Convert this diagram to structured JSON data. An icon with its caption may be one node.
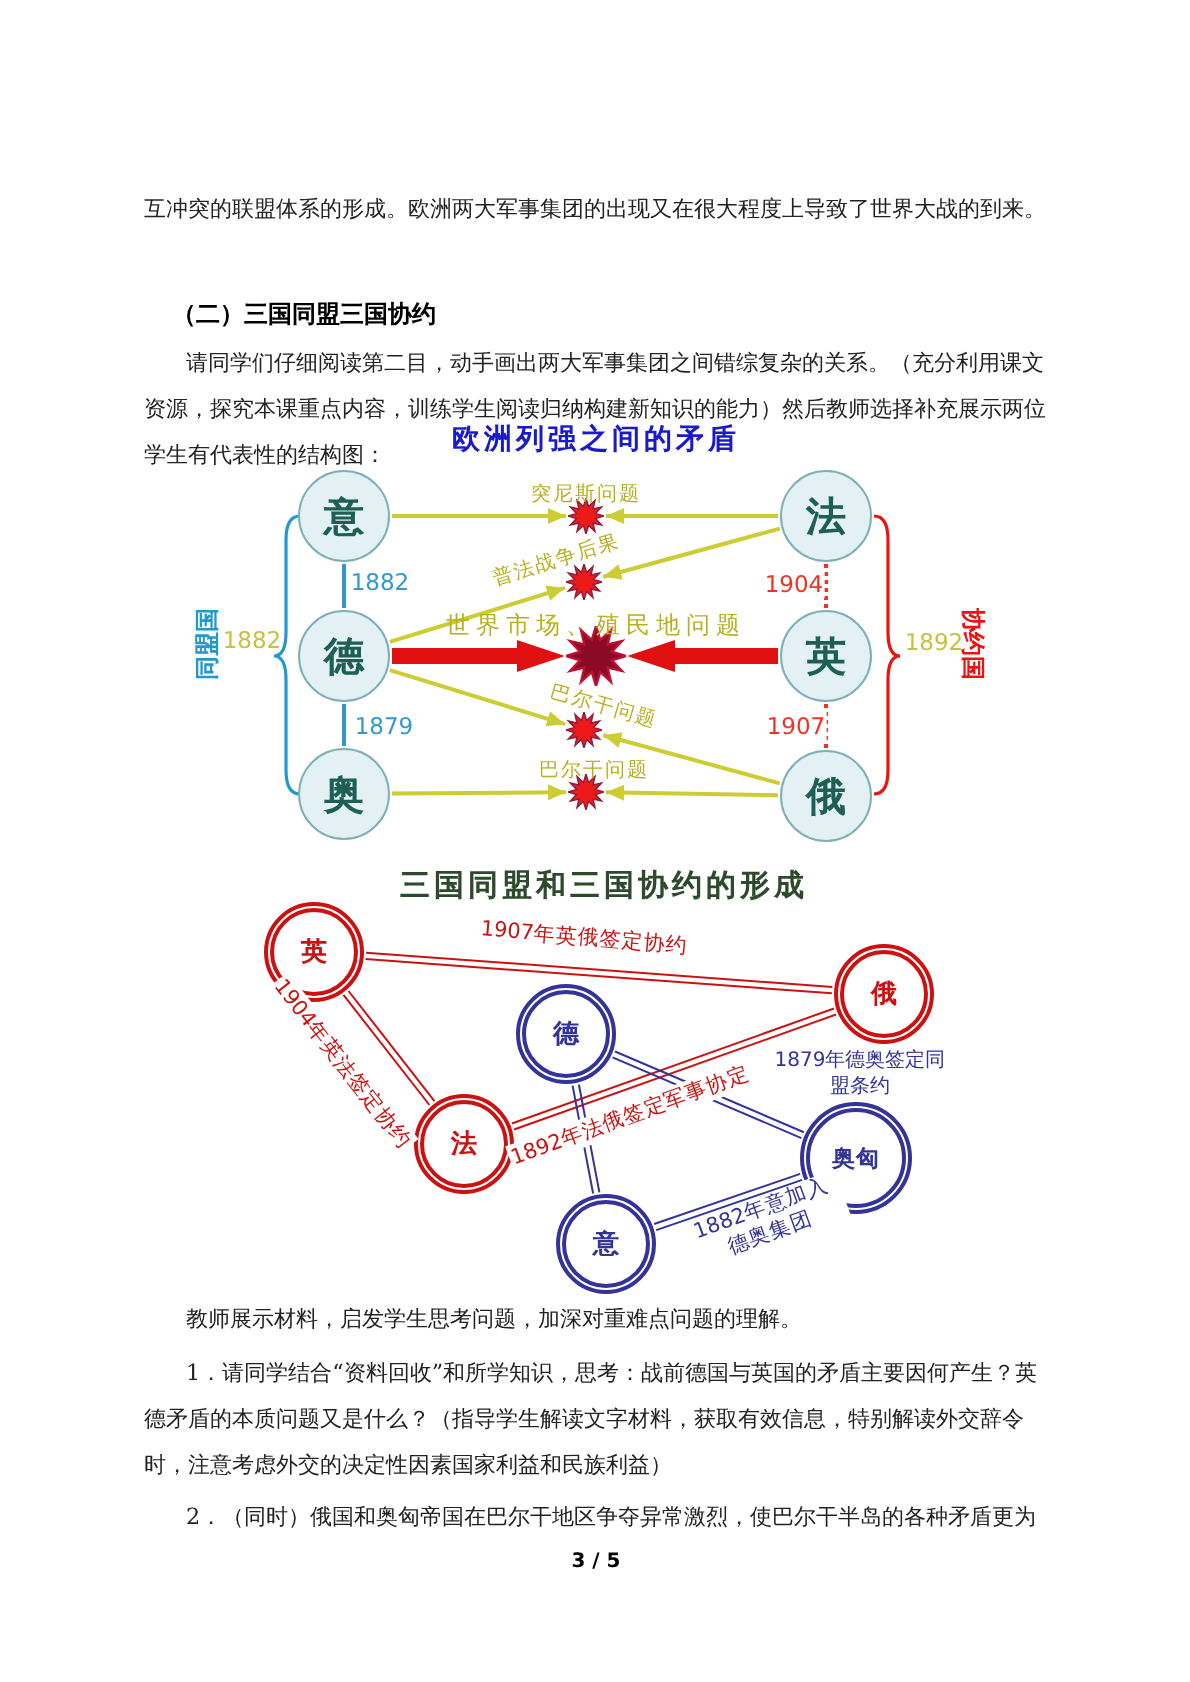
{
  "diagram": {
    "nodes": [
      {
        "text": [
          "意"
        ]
      },
      {
        "text": [
          "德"
        ]
      },
      {
        "text": [
          "奥"
        ]
      },
      {
        "text": [
          "法"
        ]
      },
      {
        "text": [
          "英"
        ]
      },
      {
        "text": [
          "俄"
        ]
      },
      {
        "text": [],
        "shape": "star",
        "beside": [
          "突尼斯问题"
        ]
      },
      {
        "text": [],
        "shape": "star",
        "beside": [
          "普法战争后果"
        ]
      },
      {
        "text": [],
        "shape": "star",
        "beside": [
          "世界市场、殖民地问题"
        ]
      },
      {
        "text": [],
        "shape": "star",
        "beside": [
          "巴尔干问题"
        ]
      },
      {
        "text": [],
        "shape": "star",
        "beside": [
          "巴尔干问题"
        ]
      },
      {
        "text": [
          "英"
        ]
      },
      {
        "text": [
          "俄"
        ]
      },
      {
        "text": [
          "德"
        ]
      },
      {
        "text": [
          "法"
        ]
      },
      {
        "text": [
          "奥匈"
        ]
      },
      {
        "text": [
          "意"
        ]
      }
    ],
    "edges": [
      {
        "from": 0,
        "to": 6,
        "arrow": "to",
        "color": "#cccc33"
      },
      {
        "from": 3,
        "to": 6,
        "arrow": "to",
        "color": "#cccc33"
      },
      {
        "from": 3,
        "to": 7,
        "arrow": "to",
        "color": "#cccc33"
      },
      {
        "from": 1,
        "to": 7,
        "arrow": "to",
        "color": "#cccc33"
      },
      {
        "from": 1,
        "to": 8,
        "arrow": "to",
        "style": "thick",
        "color": "#e01010"
      },
      {
        "from": 4,
        "to": 8,
        "arrow": "to",
        "style": "thick",
        "color": "#e01010"
      },
      {
        "from": 1,
        "to": 9,
        "arrow": "to",
        "color": "#cccc33"
      },
      {
        "from": 5,
        "to": 9,
        "arrow": "to",
        "color": "#cccc33"
      },
      {
        "from": 2,
        "to": 10,
        "arrow": "to",
        "color": "#cccc33"
      },
      {
        "from": 5,
        "to": 10,
        "arrow": "to",
        "color": "#cccc33"
      },
      {
        "from": 0,
        "to": 1,
        "arrow": "none",
        "label": "1882",
        "color": "#3399cc"
      },
      {
        "from": 1,
        "to": 2,
        "arrow": "none",
        "label": "1879",
        "color": "#3399cc"
      },
      {
        "from": 3,
        "to": 4,
        "arrow": "none",
        "label": "1904",
        "style": "dashed",
        "color": "#ee3322"
      },
      {
        "from": 4,
        "to": 5,
        "arrow": "none",
        "label": "1907",
        "style": "dashed",
        "color": "#ee3322"
      },
      {
        "from": 11,
        "to": 12,
        "arrow": "none",
        "label": "1907年英俄签定协约",
        "color": "#cc1111"
      },
      {
        "from": 11,
        "to": 14,
        "arrow": "none",
        "label": "1904年英法签定协约",
        "color": "#cc1111"
      },
      {
        "from": 14,
        "to": 12,
        "arrow": "none",
        "label": "1892年法俄签定军事协定",
        "color": "#cc1111"
      },
      {
        "from": 13,
        "to": 15,
        "arrow": "none",
        "label": "1879年德奥签定同盟条约",
        "color": "#333399"
      },
      {
        "from": 13,
        "to": 16,
        "arrow": "none",
        "color": "#333399"
      },
      {
        "from": 16,
        "to": 15,
        "arrow": "none",
        "label": "1882年意加入德奥集团",
        "color": "#333399"
      }
    ],
    "labels": [
      "互冲突的联盟体系的形成。欧洲两大军事集团的出现又在很大程度上导致了世界大战的到来。",
      "（二）三国同盟三国协约",
      "请同学们仔细阅读第二目，动手画出两大军事集团之间错综复杂的关系。（充分利用课文资源，探究本课重点内容，训练学生阅读归纳构建新知识的能力）然后教师选择补充展示两位学生有代表性的结构图：",
      "欧洲列强之间的矛盾",
      "1882",
      "同盟国",
      "1892",
      "协约国",
      "三国同盟和三国协约的形成",
      "教师展示材料，启发学生思考问题，加深对重难点问题的理解。",
      "1．请同学结合“资料回收”和所学知识，思考：战前德国与英国的矛盾主要因何产生？英德矛盾的本质问题又是什么？（指导学生解读文字材料，获取有效信息，特别解读外交辞令时，注意考虑外交的决定性因素国家利益和民族利益）",
      "2．（同时）俄国和奥匈帝国在巴尔干地区争夺异常激烈，使巴尔干半岛的各种矛盾更为",
      "3 / 5"
    ]
  }
}
